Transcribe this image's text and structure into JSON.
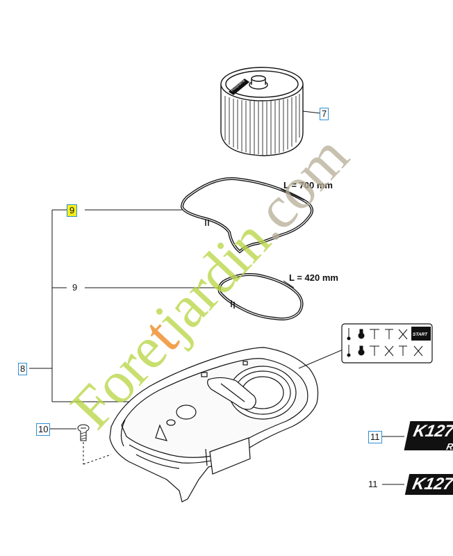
{
  "callouts": {
    "item_7": "7",
    "item_9_top": "9",
    "item_9_mid": "9",
    "item_8": "8",
    "item_10": "10",
    "item_11_top": "11",
    "item_11_bottom": "11"
  },
  "dimensions": {
    "gasket_large": "L = 700 mm",
    "gasket_small": "L = 420 mm"
  },
  "decals": {
    "k_top_main": "K127",
    "k_top_sub": "RA",
    "k_bottom_main": "K127"
  },
  "warning_label": {
    "start_text": "START"
  },
  "filter_brand": "Husqvarna",
  "watermark": {
    "part1": "Fore",
    "part2": "t",
    "part3": "jardin",
    "part4": ".com"
  },
  "colors": {
    "highlight": "#f5ee1a",
    "callout_border": "#2f8fd0",
    "watermark_green": "#b8d646",
    "watermark_orange": "#ee8c28",
    "watermark_grey": "#b6ac96"
  }
}
